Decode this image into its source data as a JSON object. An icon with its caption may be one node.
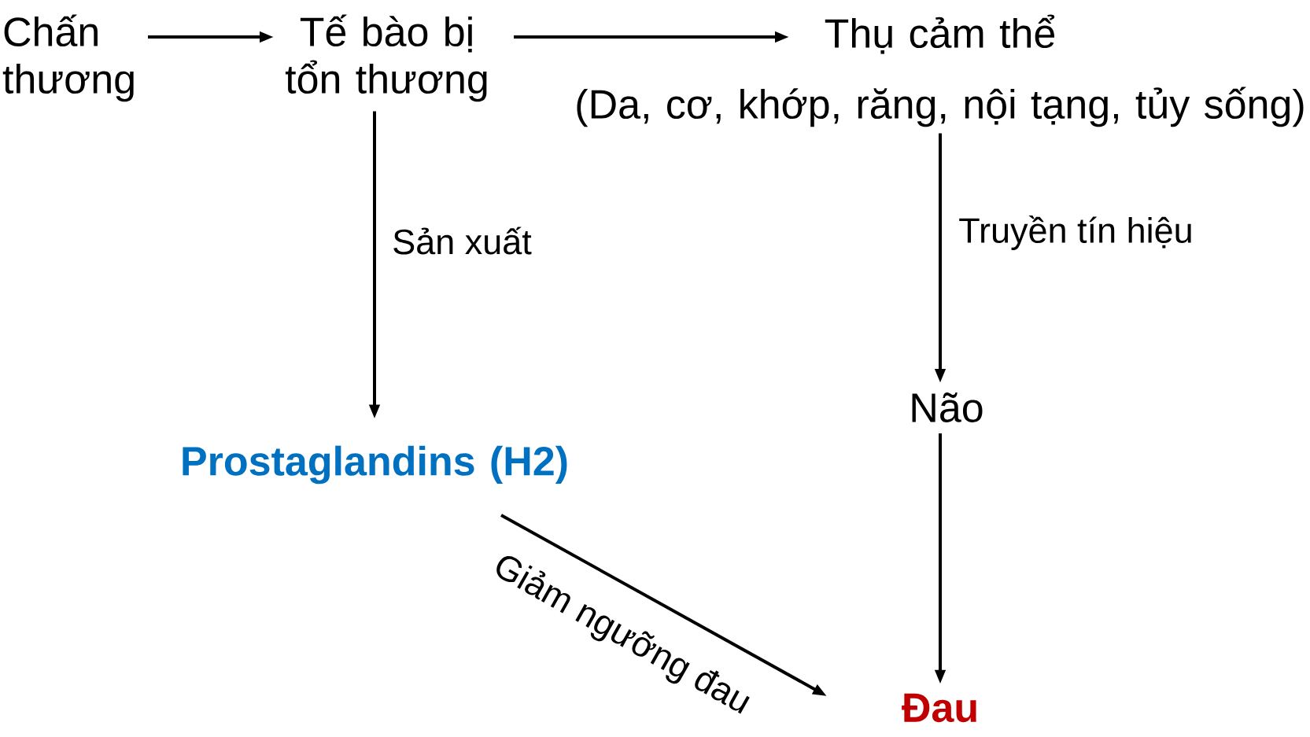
{
  "diagram": {
    "nodes": [
      {
        "text": [
          "Chấn thương"
        ]
      },
      {
        "text": [
          "Tế bào bị tổn thương"
        ]
      },
      {
        "text": [
          "Thụ cảm thể",
          "(Da, cơ, khớp, răng, nội tạng, tủy sống)"
        ]
      },
      {
        "text": [
          "Prostaglandins (H2)"
        ]
      },
      {
        "text": [
          "Não"
        ]
      },
      {
        "text": [
          "Đau"
        ]
      }
    ],
    "edges": [
      {
        "from": 0,
        "to": 1,
        "arrow": "to"
      },
      {
        "from": 1,
        "to": 2,
        "arrow": "to"
      },
      {
        "from": 1,
        "to": 3,
        "arrow": "to",
        "label": "Sản xuất"
      },
      {
        "from": 2,
        "to": 4,
        "arrow": "to",
        "label": "Truyền tín hiệu"
      },
      {
        "from": 4,
        "to": 5,
        "arrow": "to"
      },
      {
        "from": 3,
        "to": 5,
        "arrow": "to",
        "label": "Giảm ngưỡng đau"
      }
    ]
  }
}
